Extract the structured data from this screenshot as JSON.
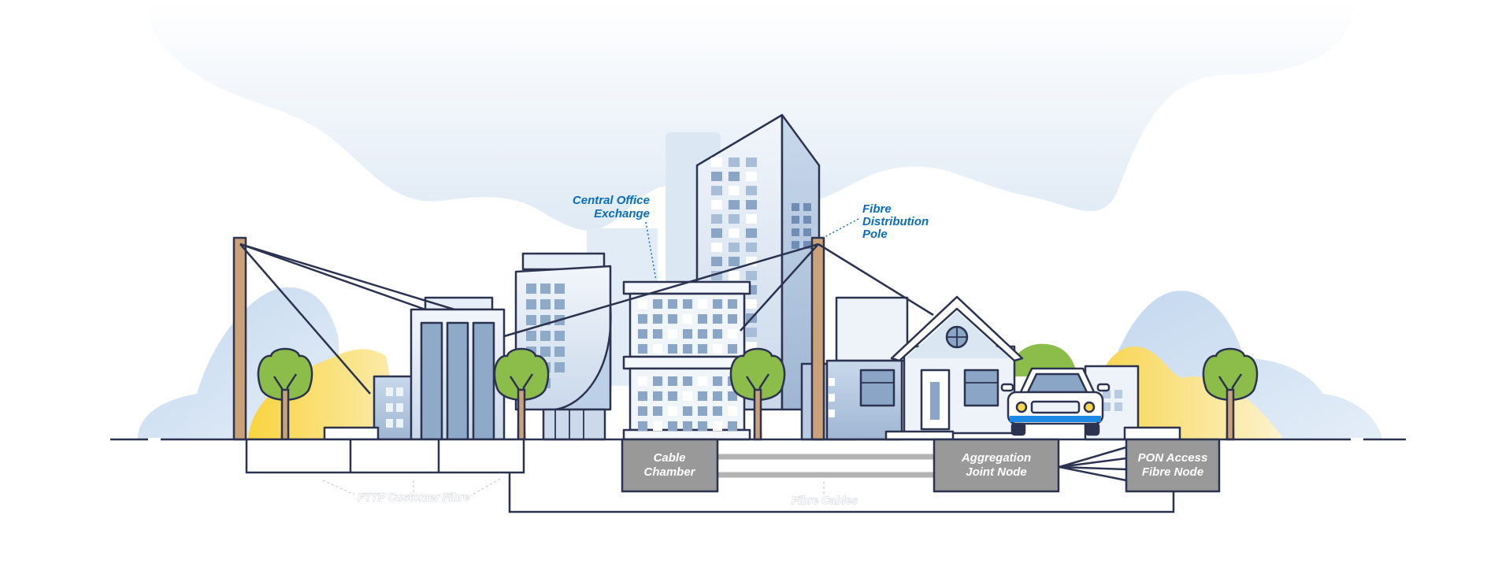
{
  "labels": {
    "central_office_line1": "Central Office",
    "central_office_line2": "Exchange",
    "fibre_pole_line1": "Fibre",
    "fibre_pole_line2": "Distribution",
    "fibre_pole_line3": "Pole",
    "cable_chamber_line1": "Cable",
    "cable_chamber_line2": "Chamber",
    "aggregation_line1": "Aggregation",
    "aggregation_line2": "Joint Node",
    "pon_line1": "PON Access",
    "pon_line2": "Fibre Node",
    "fttp_customer_fibre": "FTTP Customer Fibre",
    "fibre_cables": "Fibre Cables"
  },
  "colors": {
    "outline": "#2b3350",
    "callout_text": "#0a6dbb",
    "node_box": "#999999",
    "sky": "#e3edf7",
    "yellow_hill": "#f9d94a",
    "blue_hill": "#c6d9ee",
    "tree_leaf": "#8cbd4b",
    "pole_wood": "#c9a27a",
    "window": "#8aa5c6"
  },
  "icons": [
    "tree-icon",
    "car-icon",
    "pole-icon",
    "house-icon",
    "building-icon"
  ]
}
